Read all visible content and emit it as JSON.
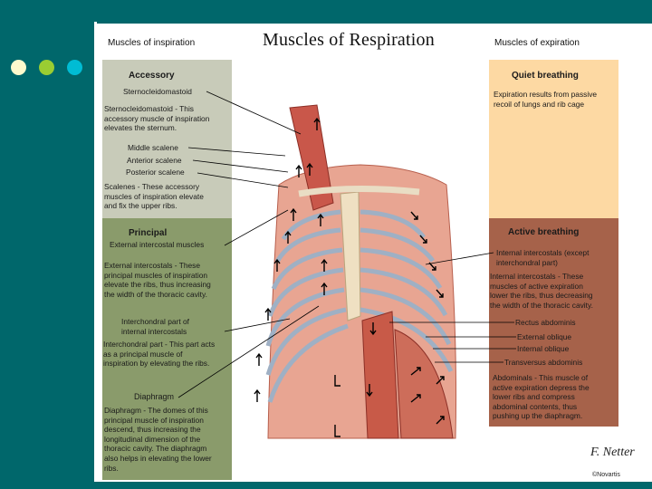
{
  "page": {
    "title": "Muscles of Respiration",
    "left_header": "Muscles of inspiration",
    "right_header": "Muscles of expiration"
  },
  "deco_dots": [
    "#fffacd",
    "#9acd32",
    "#00bcd4"
  ],
  "left": {
    "accessory": {
      "heading": "Accessory",
      "scm_label": "Sternocleidomastoid",
      "scm_desc": [
        "Sternocleidomastoid - This",
        "accessory muscle of inspiration",
        "elevates the sternum."
      ],
      "middle_scalene": "Middle scalene",
      "anterior_scalene": "Anterior scalene",
      "posterior_scalene": "Posterior scalene",
      "scalenes_desc": [
        "Scalenes - These accessory",
        "muscles of inspiration elevate",
        "and fix the upper ribs."
      ]
    },
    "principal": {
      "heading": "Principal",
      "ext_label": "External intercostal muscles",
      "ext_desc": [
        "External intercostals - These",
        "principal muscles of inspiration",
        "elevate the ribs, thus increasing",
        "the width of the thoracic cavity."
      ],
      "interchondral_label": [
        "Interchondral part of",
        "internal intercostals"
      ],
      "interchondral_desc": [
        "Interchondral part - This part acts",
        "as a principal muscle of",
        "inspiration by elevating the ribs."
      ],
      "diaphragm_label": "Diaphragm",
      "diaphragm_desc": [
        "Diaphragm - The domes of this",
        "principal muscle of inspiration",
        "descend, thus increasing the",
        "longitudinal dimension of the",
        "thoracic cavity. The diaphragm",
        "also helps in elevating the lower",
        "ribs."
      ]
    }
  },
  "right": {
    "quiet": {
      "heading": "Quiet breathing",
      "desc": [
        "Expiration results from passive",
        "recoil of lungs and rib cage"
      ]
    },
    "active": {
      "heading": "Active breathing",
      "int_label": [
        "Internal intercostals (except",
        "interchondral part)"
      ],
      "int_desc": [
        "Internal intercostals - These",
        "muscles of active expiration",
        "lower the ribs, thus decreasing",
        "the width of the thoracic cavity."
      ],
      "rectus": "Rectus abdominis",
      "ext_oblique": "External oblique",
      "int_oblique": "Internal oblique",
      "transversus": "Transversus abdominis",
      "abdominals_desc": [
        "Abdominals - This muscle of",
        "active expiration depress the",
        "lower ribs and compress",
        "abdominal contents, thus",
        "pushing up the diaphragm."
      ]
    }
  },
  "signature": "F. Netter",
  "copyright": "©Novartis",
  "colors": {
    "teal": "#00676b",
    "accessory_bg": "#c8cbb9",
    "principal_bg": "#8a9b6b",
    "quiet_bg": "#fdd9a3",
    "active_bg": "#a6624a"
  }
}
